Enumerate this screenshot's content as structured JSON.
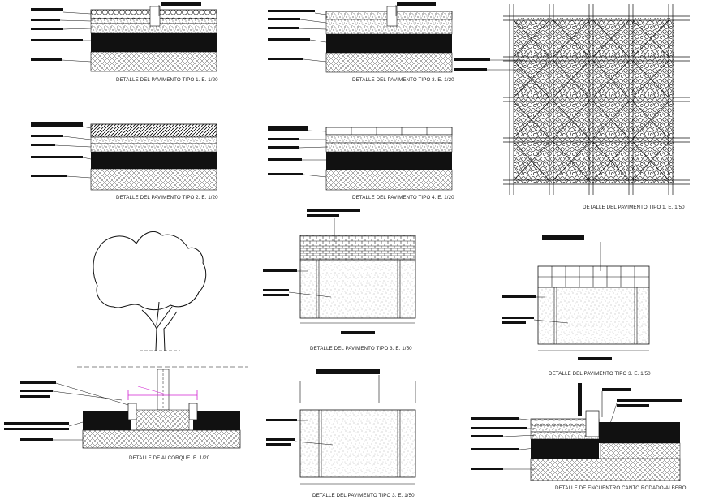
{
  "sheet": {
    "captions": {
      "pav1_detail": "DETALLE DEL PAVIMENTO TIPO 1. E. 1/20",
      "pav3_detail": "DETALLE DEL PAVIMENTO TIPO 3. E. 1/20",
      "pav2_detail": "DETALLE DEL PAVIMENTO TIPO 2. E. 1/20",
      "pav4_detail": "DETALLE DEL PAVIMENTO TIPO 4. E. 1/20",
      "pav1_plan": "DETALLE DEL PAVIMENTO TIPO 1. E. 1/50",
      "pav3_section_a": "DETALLE DEL PAVIMENTO TIPO 3. E. 1/50",
      "pav3_section_b": "DETALLE DEL PAVIMENTO TIPO 3. E. 1/50",
      "alcorque": "DETALLE DE ALCORQUE. E. 1/20",
      "pav3_section_c": "DETALLE DEL PAVIMENTO TIPO 3. E. 1/50",
      "encuentro": "DETALLE DE ENCUENTRO CANTO RODADO-ALBERO."
    }
  }
}
